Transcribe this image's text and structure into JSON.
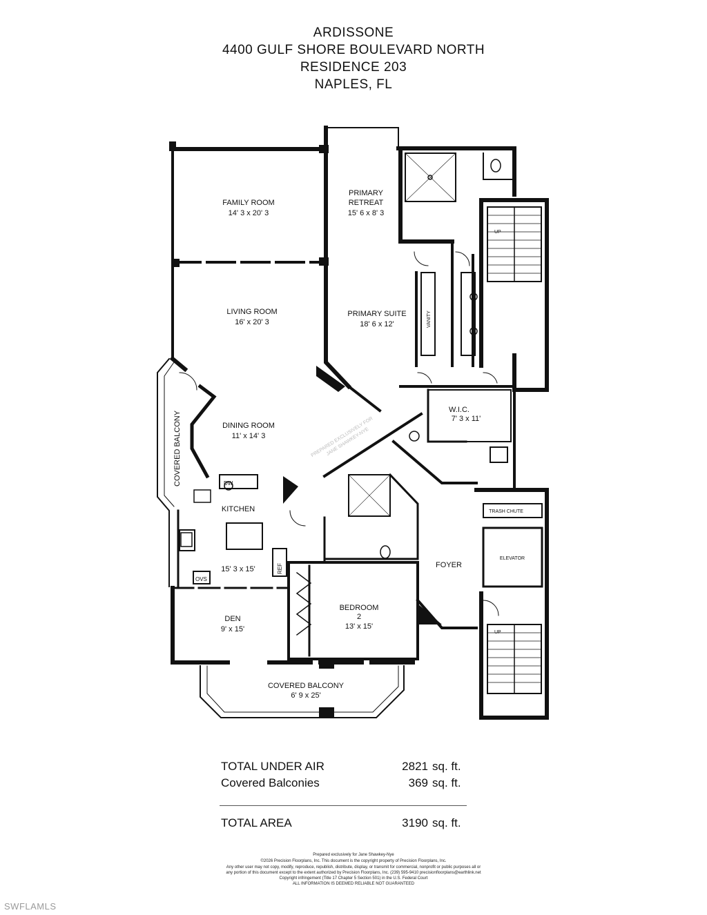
{
  "header": {
    "line1": "ARDISSONE",
    "line2": "4400 GULF SHORE BOULEVARD NORTH",
    "line3": "RESIDENCE 203",
    "line4": "NAPLES, FL"
  },
  "rooms": {
    "family_room": {
      "name": "FAMILY ROOM",
      "dims": "14' 3 x 20' 3"
    },
    "primary_retreat": {
      "name1": "PRIMARY",
      "name2": "RETREAT",
      "dims": "15' 6 x 8' 3"
    },
    "living_room": {
      "name": "LIVING ROOM",
      "dims": "16' x 20' 3"
    },
    "primary_suite": {
      "name": "PRIMARY SUITE",
      "dims": "18' 6 x 12'"
    },
    "vanity": "VANITY",
    "wic": {
      "name": "W.I.C.",
      "dims": "7' 3 x 11'"
    },
    "dining_room": {
      "name": "DINING ROOM",
      "dims": "11' x 14' 3"
    },
    "covered_balcony_side": "COVERED BALCONY",
    "kitchen": {
      "name": "KITCHEN",
      "dims": "15' 3 x 15'"
    },
    "dw": "DW",
    "ovs": "OVS",
    "ref": "REF",
    "trash_chute": "TRASH CHUTE",
    "elevator": "ELEVATOR",
    "foyer": "FOYER",
    "bedroom2": {
      "name1": "BEDROOM",
      "name2": "2",
      "dims": "13' x 15'"
    },
    "den": {
      "name": "DEN",
      "dims": "9' x 15'"
    },
    "covered_balcony_bottom": {
      "name": "COVERED BALCONY",
      "dims": "6' 9 x 25'"
    },
    "stairs_up": "UP",
    "watermark1": "PREPARED EXCLUSIVELY FOR",
    "watermark2": "JANE SHAWKEY-NYE"
  },
  "summary": {
    "under_air_label": "TOTAL UNDER AIR",
    "under_air_value": "2821",
    "balconies_label": "Covered Balconies",
    "balconies_value": "369",
    "total_label": "TOTAL AREA",
    "total_value": "3190",
    "unit": "sq. ft."
  },
  "footer": {
    "l1": "Prepared exclusively for Jane Shawkey-Nye",
    "l2": "©2026 Precision Floorplans, Inc.  This document is the copyright property of Precision Floorplans, Inc.",
    "l3": "Any other user may not copy, modify, reproduce, republish, distribute, display, or transmit for commercial, nonprofit or public purposes all or",
    "l4": "any portion of this document except to the extent authorized by Precision Floorplans, Inc. (239) 595-9410 precisionfloorplans@earthlink.net",
    "l5": "Copyright infringement (Title 17 Chapter 5 Section 501) in the U.S. Federal Court",
    "l6": "ALL INFORMATION IS DEEMED RELIABLE NOT GUARANTEED"
  },
  "watermark_corner": "SWFLAMLS"
}
